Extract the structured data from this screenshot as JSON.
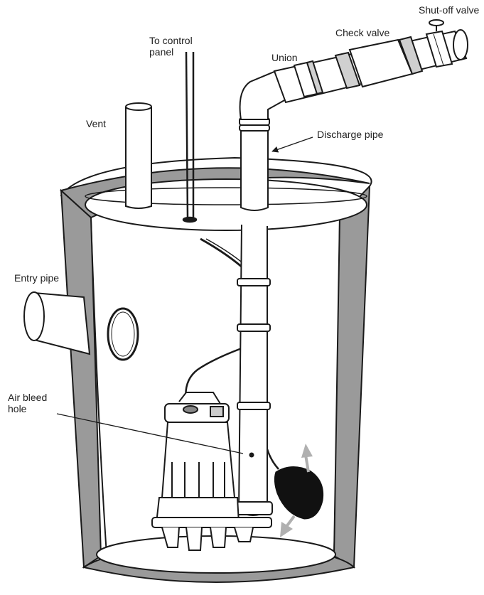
{
  "labels": {
    "control_panel": "To control\npanel",
    "shutoff_valve": "Shut-off valve",
    "check_valve": "Check valve",
    "union": "Union",
    "vent": "Vent",
    "discharge_pipe": "Discharge pipe",
    "entry_pipe": "Entry pipe",
    "air_bleed_hole": "Air bleed\nhole"
  },
  "colors": {
    "line": "#1a1a1a",
    "basin_wall": "#9a9a9a",
    "float": "#111111",
    "arrow": "#b0b0b0"
  }
}
